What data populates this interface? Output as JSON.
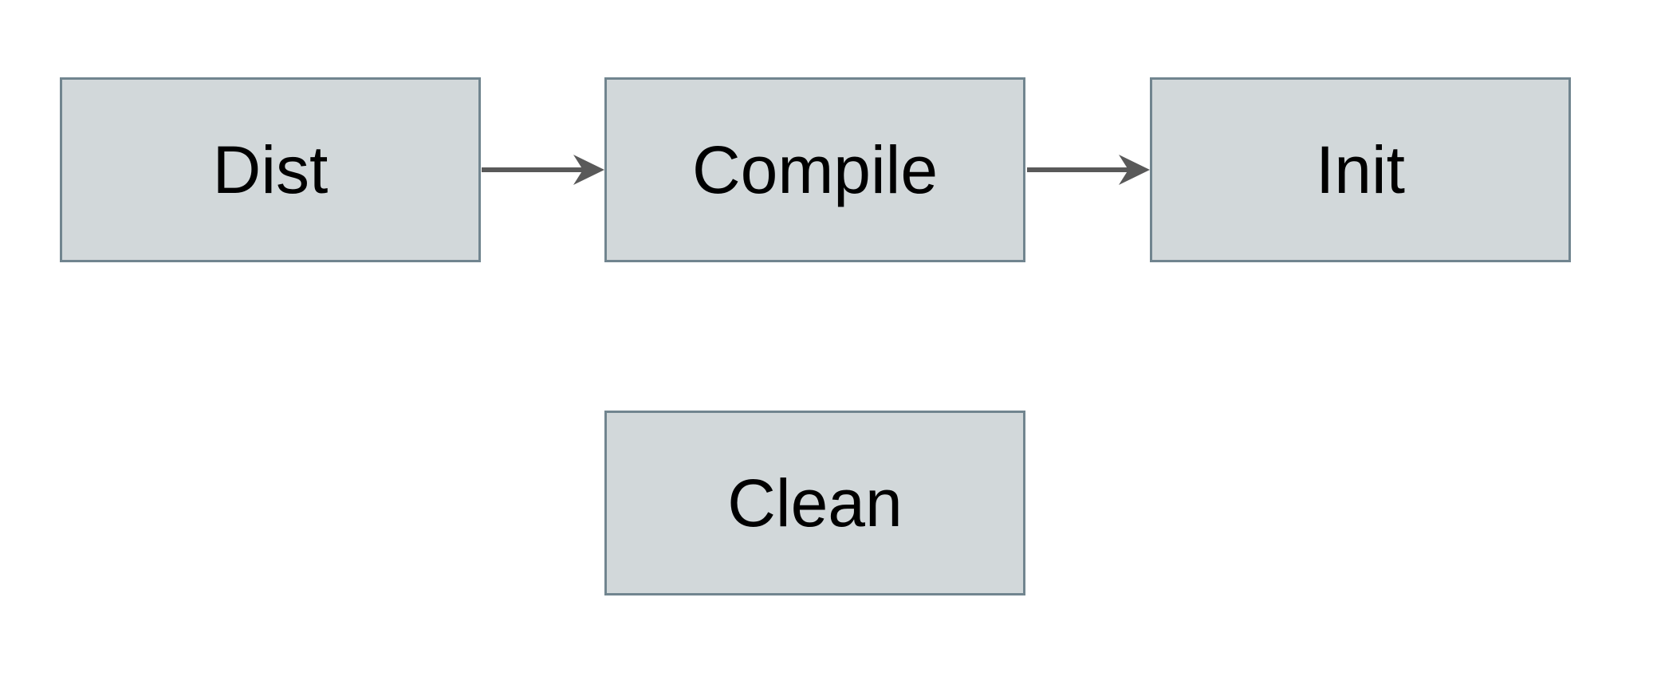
{
  "diagram": {
    "type": "flowchart",
    "nodes": [
      {
        "id": "dist",
        "label": "Dist"
      },
      {
        "id": "compile",
        "label": "Compile"
      },
      {
        "id": "init",
        "label": "Init"
      },
      {
        "id": "clean",
        "label": "Clean"
      }
    ],
    "edges": [
      {
        "from": "dist",
        "to": "compile",
        "style": "solid-arrow"
      },
      {
        "from": "compile",
        "to": "init",
        "style": "solid-arrow"
      }
    ]
  },
  "colors": {
    "background": "#ffffff",
    "node_fill": "#d2d8da",
    "node_border": "#71858f",
    "arrow": "#595959",
    "text": "#000000"
  }
}
